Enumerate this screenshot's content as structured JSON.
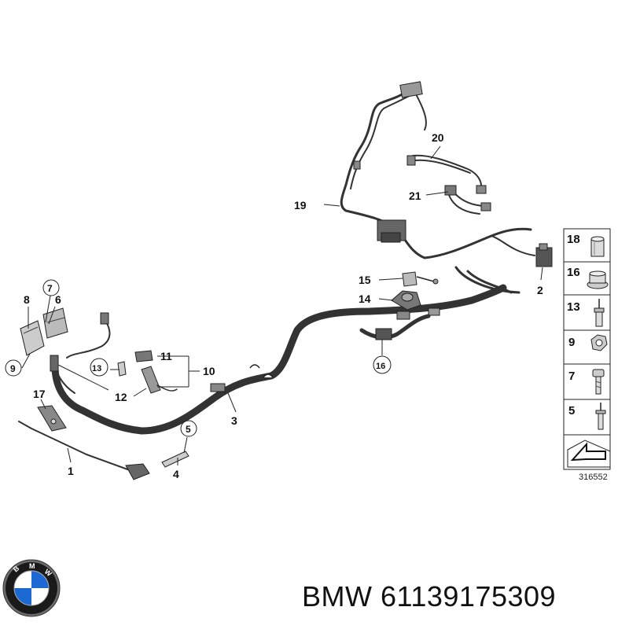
{
  "callouts": {
    "c1": "1",
    "c2": "2",
    "c3": "3",
    "c4": "4",
    "c5": "5",
    "c6": "6",
    "c7": "7",
    "c8": "8",
    "c9": "9",
    "c10": "10",
    "c11": "11",
    "c12": "12",
    "c13": "13",
    "c14": "14",
    "c15": "15",
    "c16": "16",
    "c17": "17",
    "c19": "19",
    "c20": "20",
    "c21": "21"
  },
  "side_panel": {
    "items": [
      {
        "label": "18",
        "icon": "sleeve-nut-icon"
      },
      {
        "label": "16",
        "icon": "flange-nut-icon"
      },
      {
        "label": "13",
        "icon": "blind-rivet-icon"
      },
      {
        "label": "9",
        "icon": "hex-nut-icon"
      },
      {
        "label": "7",
        "icon": "screw-icon"
      },
      {
        "label": "5",
        "icon": "rivet-icon"
      }
    ],
    "ref_number": "316552"
  },
  "caption": {
    "brand": "BMW",
    "part_number": "61139175309"
  },
  "logo": {
    "icon": "bmw-roundel-logo",
    "text": "BMW",
    "colors": {
      "blue": "#1c69d4",
      "black": "#111111"
    }
  }
}
